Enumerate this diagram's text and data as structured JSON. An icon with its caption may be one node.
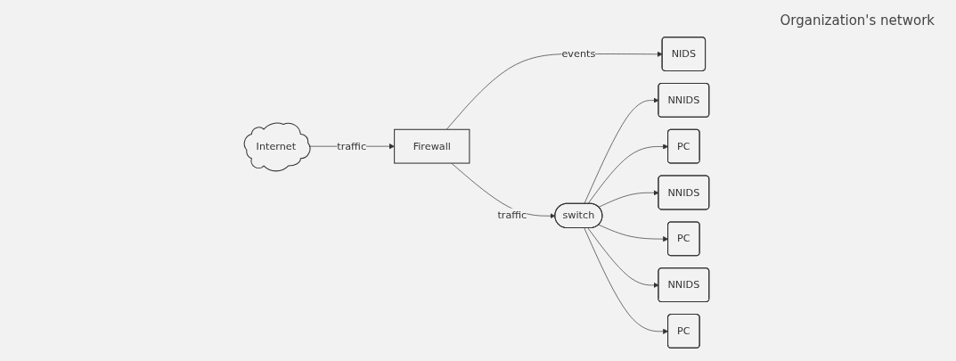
{
  "diagram": {
    "nodes": [
      {
        "text": [
          "Internet"
        ]
      },
      {
        "text": [
          "Firewall"
        ]
      },
      {
        "text": [
          "NIDS"
        ]
      },
      {
        "text": [
          "switch"
        ]
      },
      {
        "text": [
          "NNIDS"
        ]
      },
      {
        "text": [
          "PC"
        ]
      },
      {
        "text": [
          "NNIDS"
        ]
      },
      {
        "text": [
          "PC"
        ]
      },
      {
        "text": [
          "NNIDS"
        ]
      },
      {
        "text": [
          "PC"
        ]
      }
    ],
    "edges": [
      {
        "from": 0,
        "to": 1,
        "arrow": "to",
        "label": "traffic"
      },
      {
        "from": 1,
        "to": 2,
        "arrow": "to",
        "label": "events"
      },
      {
        "from": 1,
        "to": 3,
        "arrow": "to",
        "label": "traffic"
      },
      {
        "from": 3,
        "to": 4,
        "arrow": "to"
      },
      {
        "from": 3,
        "to": 5,
        "arrow": "to"
      },
      {
        "from": 3,
        "to": 6,
        "arrow": "to"
      },
      {
        "from": 3,
        "to": 7,
        "arrow": "to"
      },
      {
        "from": 3,
        "to": 8,
        "arrow": "to"
      },
      {
        "from": 3,
        "to": 9,
        "arrow": "to"
      }
    ],
    "labels": [
      "Organization's network"
    ]
  }
}
